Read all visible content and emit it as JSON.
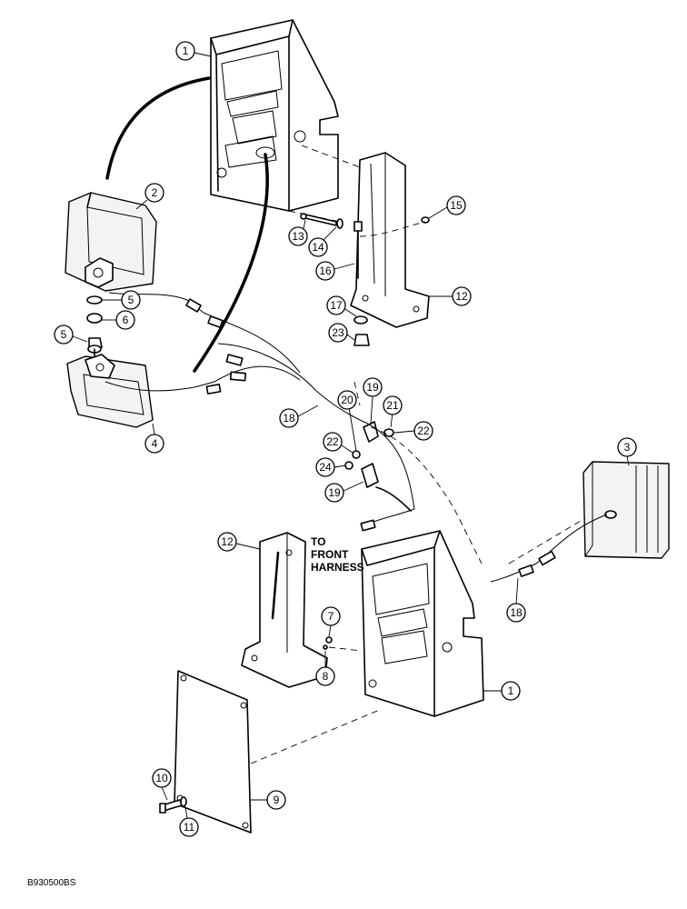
{
  "callouts": {
    "c1_top": "1",
    "c2": "2",
    "c5_a": "5",
    "c6": "6",
    "c5_b": "5",
    "c4": "4",
    "c13": "13",
    "c14": "14",
    "c15": "15",
    "c16": "16",
    "c12_top": "12",
    "c17": "17",
    "c23": "23",
    "c18_a": "18",
    "c19_a": "19",
    "c20": "20",
    "c21": "21",
    "c22_a": "22",
    "c22_b": "22",
    "c24": "24",
    "c19_b": "19",
    "c3": "3",
    "c12_bot": "12",
    "c18_b": "18",
    "c7": "7",
    "c8": "8",
    "c1_bot": "1",
    "c10": "10",
    "c11": "11",
    "c9": "9"
  },
  "notes": {
    "harness_line1": "TO",
    "harness_line2": "FRONT",
    "harness_line3": "HARNESS"
  },
  "document_id": "B930500BS"
}
